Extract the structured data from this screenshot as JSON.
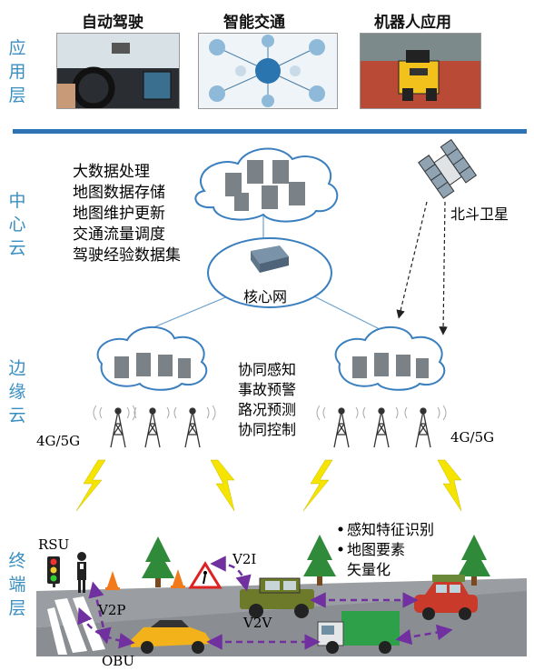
{
  "layers": {
    "application": "应用层",
    "center_cloud": "中心云",
    "edge_cloud": "边缘云",
    "terminal": "终端层"
  },
  "applications": [
    {
      "label": "自动驾驶",
      "icon": "autonomous-driving-photo"
    },
    {
      "label": "智能交通",
      "icon": "intelligent-traffic-photo"
    },
    {
      "label": "机器人应用",
      "icon": "robot-photo"
    }
  ],
  "center_cloud": {
    "functions": [
      "大数据处理",
      "地图数据存储",
      "地图维护更新",
      "交通流量调度",
      "驾驶经验数据集"
    ],
    "core_network": "核心网",
    "satellite": "北斗卫星"
  },
  "edge_cloud": {
    "functions": [
      "协同感知",
      "事故预警",
      "路况预测",
      "协同控制"
    ],
    "left_network": "4G/5G",
    "right_network": "4G/5G"
  },
  "terminal": {
    "rsu": "RSU",
    "obu": "OBU",
    "v2p": "V2P",
    "v2i": "V2I",
    "v2v": "V2V",
    "features": [
      "感知特征识别",
      "地图要素",
      "矢量化"
    ]
  },
  "colors": {
    "layer_label": "#3a8fc0",
    "divider": "#2e74b5",
    "arrow": "#7030a0",
    "lightning": "#f5e400"
  }
}
